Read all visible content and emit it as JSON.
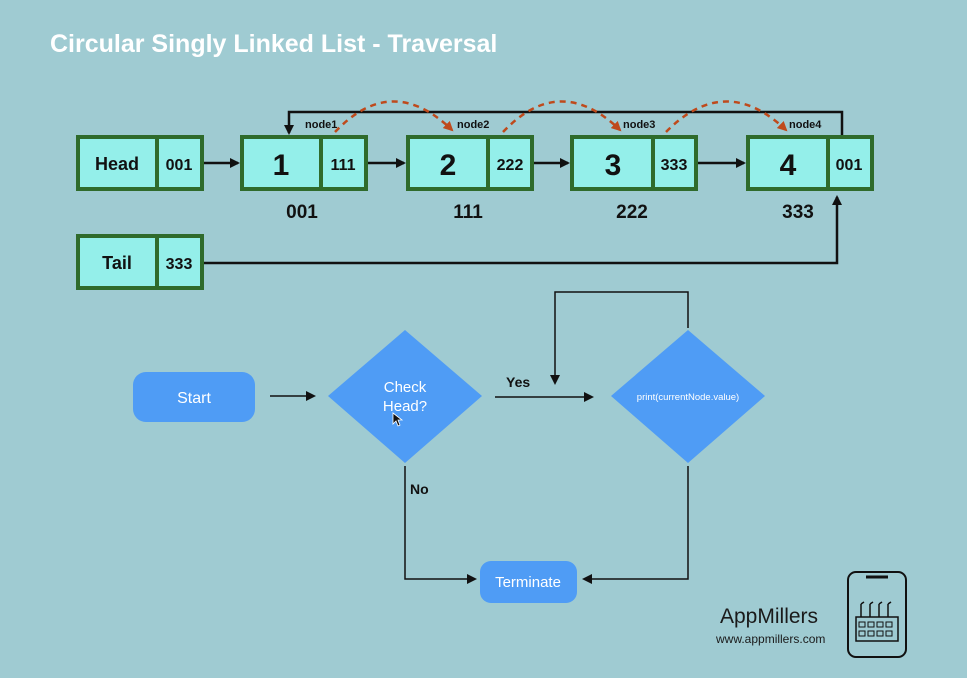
{
  "title": "Circular Singly Linked List - Traversal",
  "colors": {
    "background": "#9fcbd2",
    "node_fill": "#94efea",
    "node_border": "#2f6b2c",
    "flow_blue": "#4f9cf5",
    "curve_arrow": "#bf4a1c"
  },
  "head": {
    "label": "Head",
    "pointer": "001"
  },
  "tail": {
    "label": "Tail",
    "pointer": "333"
  },
  "nodes": [
    {
      "value": "1",
      "next": "111",
      "address": "001",
      "tag": "node1"
    },
    {
      "value": "2",
      "next": "222",
      "address": "111",
      "tag": "node2"
    },
    {
      "value": "3",
      "next": "333",
      "address": "222",
      "tag": "node3"
    },
    {
      "value": "4",
      "next": "001",
      "address": "333",
      "tag": "node4"
    }
  ],
  "flowchart": {
    "start": "Start",
    "check_line1": "Check",
    "check_line2": "Head?",
    "yes": "Yes",
    "no": "No",
    "print": "print(currentNode.value)",
    "terminate": "Terminate"
  },
  "brand": {
    "name": "AppMillers",
    "url": "www.appmillers.com",
    "icon": "factory-phone-icon"
  }
}
